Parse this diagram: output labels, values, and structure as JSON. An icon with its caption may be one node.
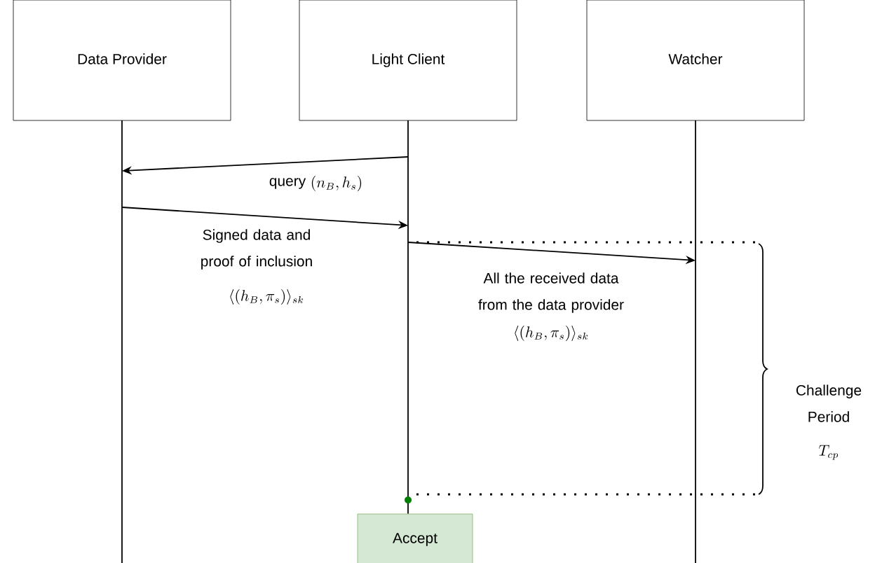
{
  "diagram": {
    "nodes": [
      {
        "text": [
          "Data Provider"
        ]
      },
      {
        "text": [
          "Light Client"
        ]
      },
      {
        "text": [
          "Watcher"
        ]
      },
      {
        "text": [
          "Accept"
        ]
      }
    ],
    "edges": [
      {
        "from": 1,
        "to": 0,
        "arrow": "to",
        "label": "query"
      },
      {
        "from": 0,
        "to": 1,
        "arrow": "to",
        "label": "Signed data and proof of inclusion"
      },
      {
        "from": 1,
        "to": 2,
        "arrow": "to",
        "label": "All the received data from the data provider"
      },
      {
        "from": 1,
        "to": 3,
        "arrow": "none"
      }
    ],
    "labels": [
      "(n_B, h_s)",
      "\\langle(h_B,\\pi_s)\\rangle_{sk}",
      "\\langle(h_B,\\pi_s)\\rangle_{sk}",
      "Challenge Period",
      "T_{cp}"
    ]
  }
}
